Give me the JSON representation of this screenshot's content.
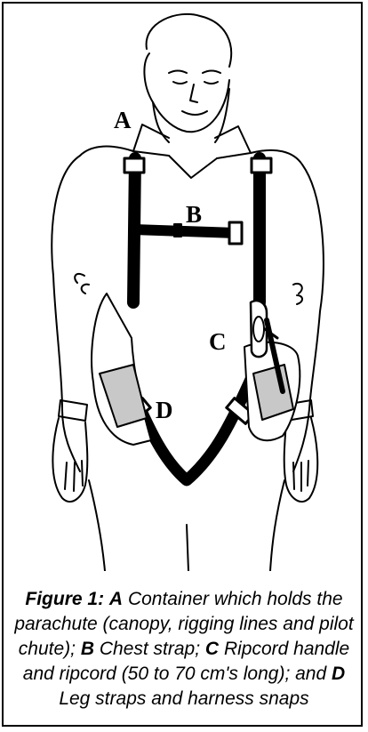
{
  "labels": {
    "a": "A",
    "b": "B",
    "c": "C",
    "d": "D"
  },
  "caption": {
    "figure_label": "Figure 1:",
    "key_a": "A",
    "text_a": "Container which holds the parachute (canopy, rigging lines and pilot chute);",
    "key_b": "B",
    "text_b": "Chest strap;",
    "key_c": "C",
    "text_c": "Ripcord handle and ripcord (50 to 70 cm's long); and",
    "key_d": "D",
    "text_d": "Leg straps and harness snaps"
  }
}
